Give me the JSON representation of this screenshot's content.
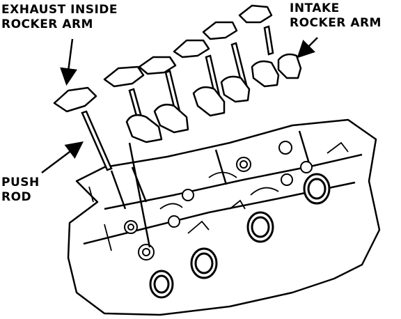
{
  "labels": {
    "exhaust_line1": "EXHAUST INSIDE",
    "exhaust_line2": "ROCKER ARM",
    "intake_line1": "INTAKE",
    "intake_line2": "ROCKER ARM",
    "pushrod_line1": "PUSH",
    "pushrod_line2": "ROD"
  },
  "colors": {
    "ink": "#000000",
    "paper": "#ffffff"
  }
}
